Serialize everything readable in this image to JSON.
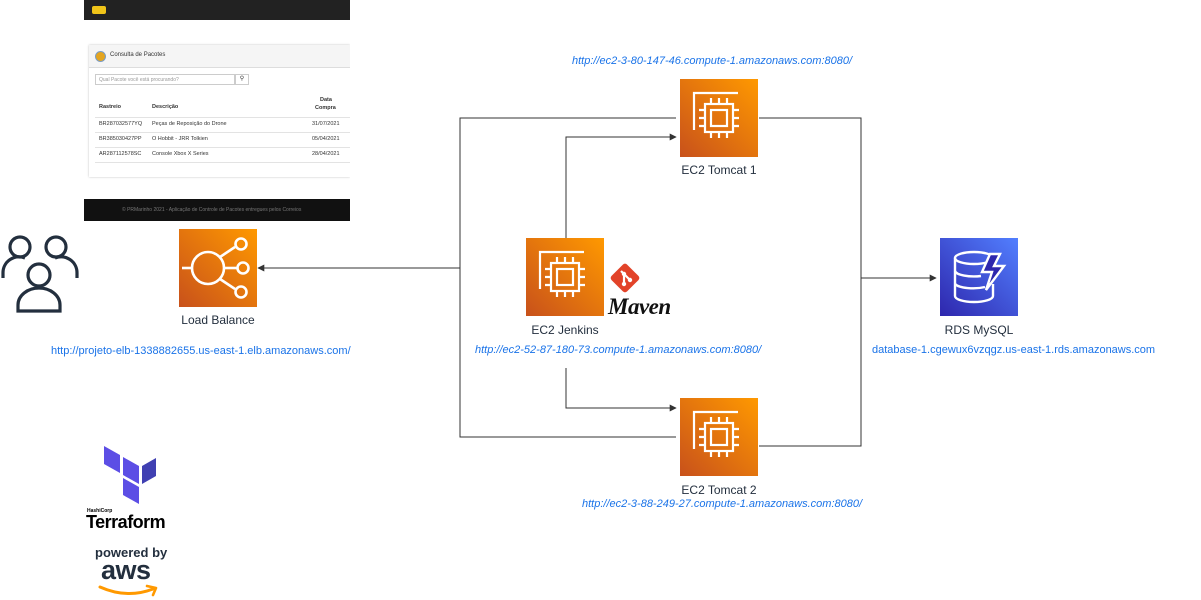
{
  "screenshot": {
    "panel_title": "Consulta de Pacotes",
    "search_placeholder": "Qual Pacote você está procurando?",
    "search_icon": "magnifier-icon",
    "columns": [
      "Rastreio",
      "Descrição",
      "Data",
      "Compra"
    ],
    "rows": [
      {
        "rastreio": "BR287032577YQ",
        "descricao": "Peças de Reposição do Drone",
        "data": "31/07/2021"
      },
      {
        "rastreio": "BR385030427PP",
        "descricao": "O Hobbit - JRR Tolkien",
        "data": "05/04/2021"
      },
      {
        "rastreio": "AR287112578SC",
        "descricao": "Console Xbox X Series",
        "data": "28/04/2021"
      }
    ],
    "footer": "© PRMarinho 2021 - Aplicação de Controle de Pacotes entregues pelos Correios"
  },
  "nodes": {
    "elb": {
      "label": "Load Balance",
      "url": "http://projeto-elb-1338882655.us-east-1.elb.amazonaws.com/"
    },
    "jenkins": {
      "label": "EC2 Jenkins",
      "url": "http://ec2-52-87-180-73.compute-1.amazonaws.com:8080/"
    },
    "tomcat1": {
      "label": "EC2 Tomcat 1",
      "url": "http://ec2-3-80-147-46.compute-1.amazonaws.com:8080/"
    },
    "tomcat2": {
      "label": "EC2 Tomcat 2",
      "url": "http://ec2-3-88-249-27.compute-1.amazonaws.com:8080/"
    },
    "rds": {
      "label": "RDS MySQL",
      "url": "database-1.cgewux6vzqgz.us-east-1.rds.amazonaws.com"
    }
  },
  "logos": {
    "maven": "Maven",
    "hashicorp": "HashiCorp",
    "terraform": "Terraform",
    "powered_by": "powered by",
    "aws": "aws"
  },
  "colors": {
    "ec2_orange": "#ff9900",
    "ec2_orange_dark": "#c8511b",
    "rds_blue": "#527fff",
    "rds_blue_dark": "#2e27ad",
    "link_blue": "#1a73e8",
    "wire": "#333333",
    "terraform_purple": "#5c4ee5",
    "git_red": "#e24329"
  }
}
